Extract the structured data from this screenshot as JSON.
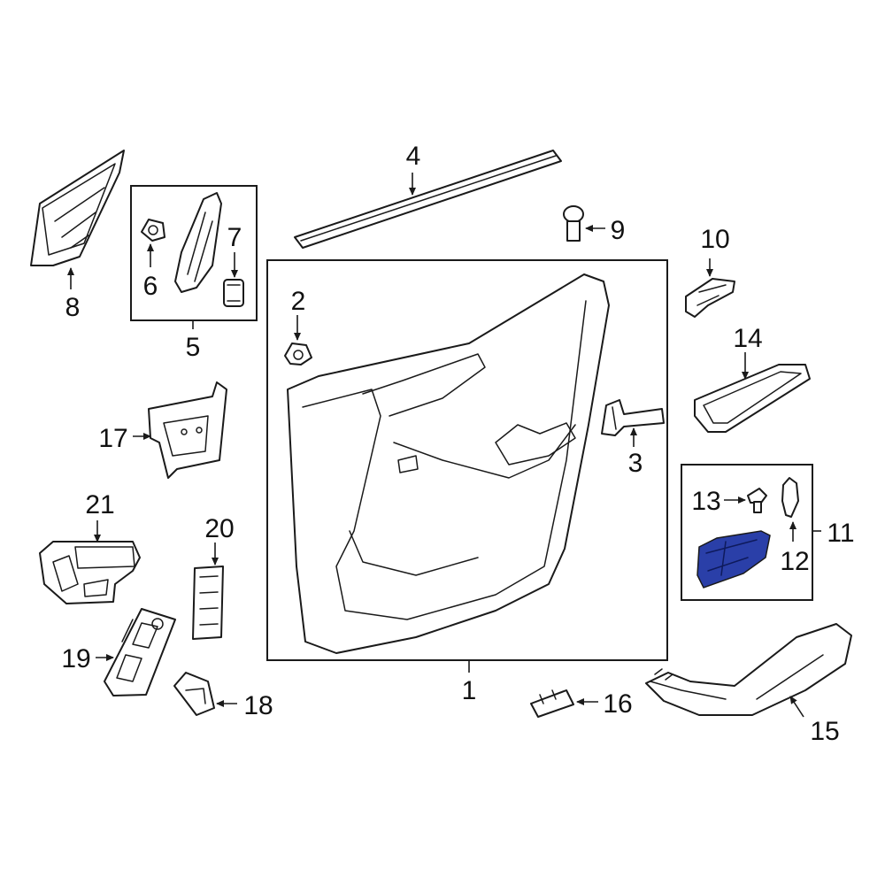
{
  "diagram": {
    "highlight_color": "#2a3fa8",
    "callouts": {
      "c1": "1",
      "c2": "2",
      "c3": "3",
      "c4": "4",
      "c5": "5",
      "c6": "6",
      "c7": "7",
      "c8": "8",
      "c9": "9",
      "c10": "10",
      "c11": "11",
      "c12": "12",
      "c13": "13",
      "c14": "14",
      "c15": "15",
      "c16": "16",
      "c17": "17",
      "c18": "18",
      "c19": "19",
      "c20": "20",
      "c21": "21"
    }
  }
}
